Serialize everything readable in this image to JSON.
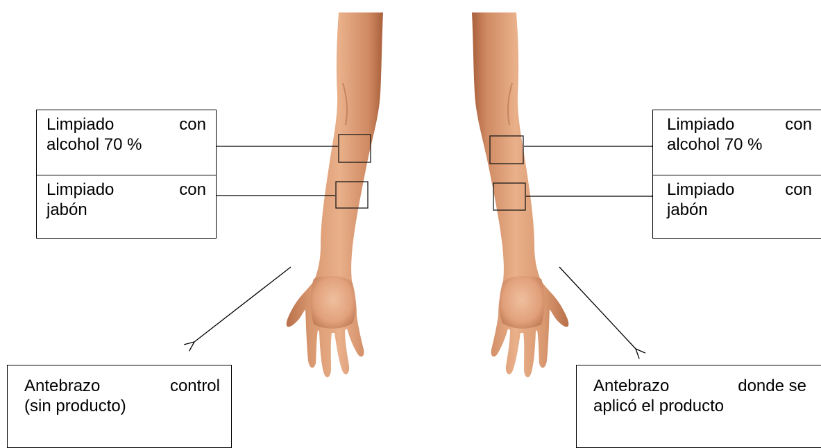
{
  "labels": {
    "left_top": {
      "line1_a": "Limpiado",
      "line1_b": "con",
      "line2": "alcohol 70 %"
    },
    "left_bottom": {
      "line1_a": "Limpiado",
      "line1_b": "con",
      "line2": "jabón"
    },
    "right_top": {
      "line1_a": "Limpiado",
      "line1_b": "con",
      "line2": "alcohol 70 %"
    },
    "right_bottom": {
      "line1_a": "Limpiado",
      "line1_b": "con",
      "line2": "jabón"
    },
    "left_forearm": {
      "line1_a": "Antebrazo",
      "line1_b": "control",
      "line2": "(sin producto)"
    },
    "right_forearm": {
      "line1_a": "Antebrazo",
      "line1_b": "donde se",
      "line2": "aplicó el producto"
    }
  },
  "colors": {
    "skin": "#d99a74",
    "skin_shadow": "#b9714d",
    "skin_light": "#f0c3a0",
    "line": "#000000"
  }
}
